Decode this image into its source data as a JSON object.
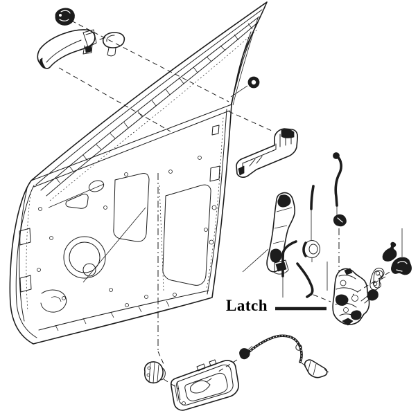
{
  "diagram": {
    "label": {
      "text": "Latch"
    },
    "colors": {
      "line": "#1c1c1c",
      "background": "#ffffff",
      "label_text": "#000000"
    },
    "parts": [
      "door-shell",
      "window-frame",
      "exterior-door-handle",
      "lock-cylinder-cap",
      "handle-end-cap",
      "door-grommet",
      "handle-reinforcement-bracket",
      "lock-actuator-bracket",
      "lock-rod",
      "rod-clip",
      "rod-grommet-disc",
      "bent-link-rod",
      "latch-assembly",
      "latch-gasket",
      "latch-screw",
      "striker-screw",
      "striker-bracket",
      "striker-clip",
      "release-cable",
      "cable-end-fitting",
      "cable-stop",
      "interior-handle-bezel",
      "trim-clip"
    ]
  }
}
